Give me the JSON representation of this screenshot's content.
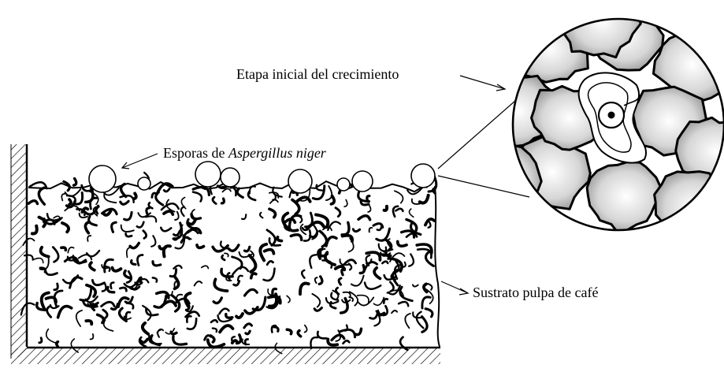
{
  "labels": {
    "initial_stage": "Etapa inicial del crecimiento",
    "spores_prefix": "Esporas de ",
    "spores_species": "Aspergillus niger",
    "substrate": "Sustrato pulpa de café"
  },
  "colors": {
    "ink": "#000000",
    "shade": "#9a9a9a",
    "background": "#ffffff"
  }
}
